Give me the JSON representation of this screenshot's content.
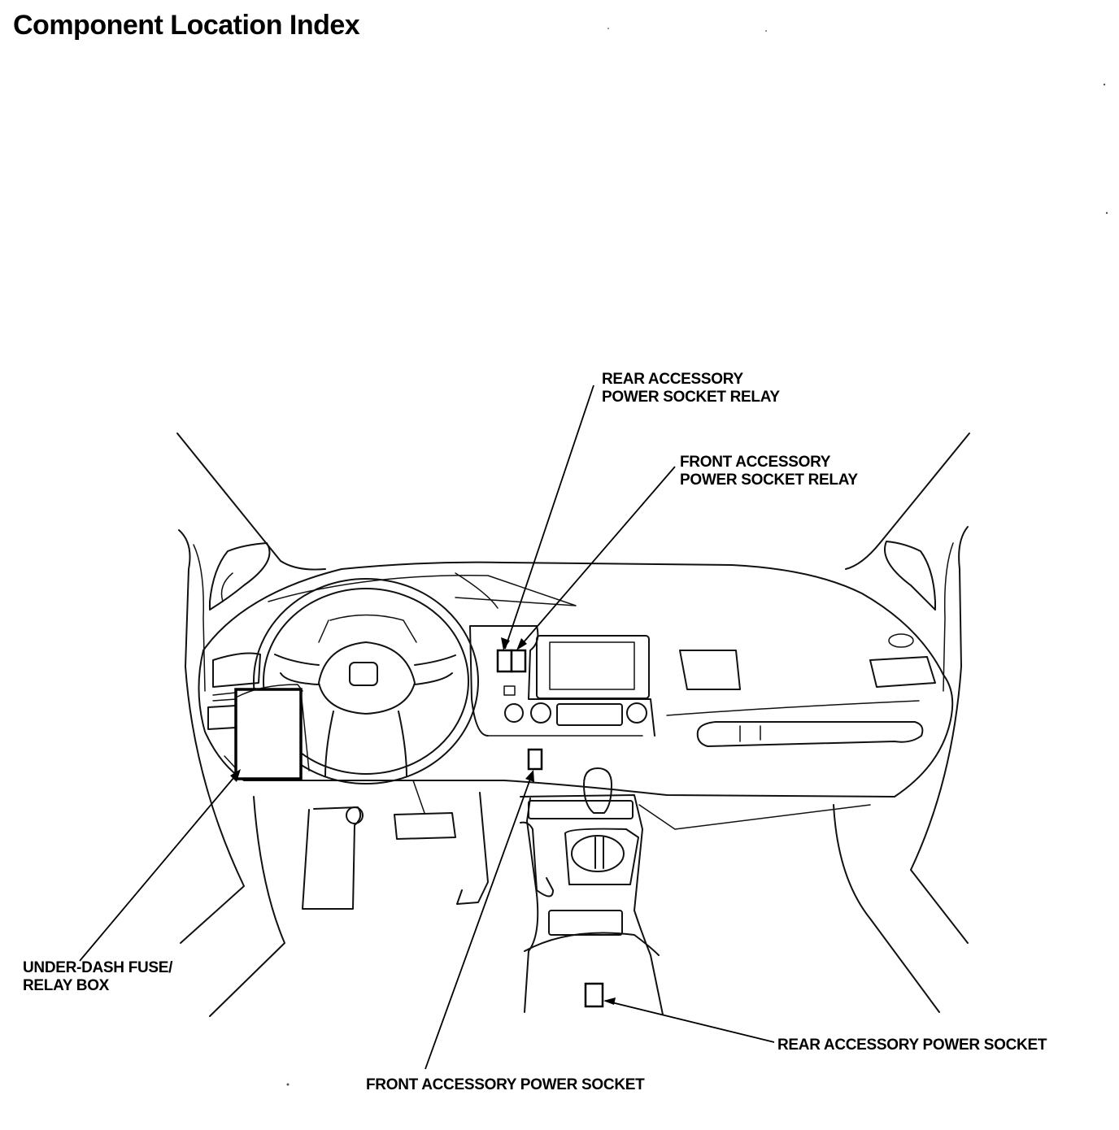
{
  "title": "Component Location Index",
  "callouts": {
    "rear_relay": [
      "REAR ACCESSORY",
      "POWER SOCKET RELAY"
    ],
    "front_relay": [
      "FRONT ACCESSORY",
      "POWER SOCKET RELAY"
    ],
    "fuse_box": [
      "UNDER-DASH FUSE/",
      "RELAY BOX"
    ],
    "rear_socket": "REAR ACCESSORY POWER SOCKET",
    "front_socket": "FRONT ACCESSORY POWER SOCKET"
  }
}
